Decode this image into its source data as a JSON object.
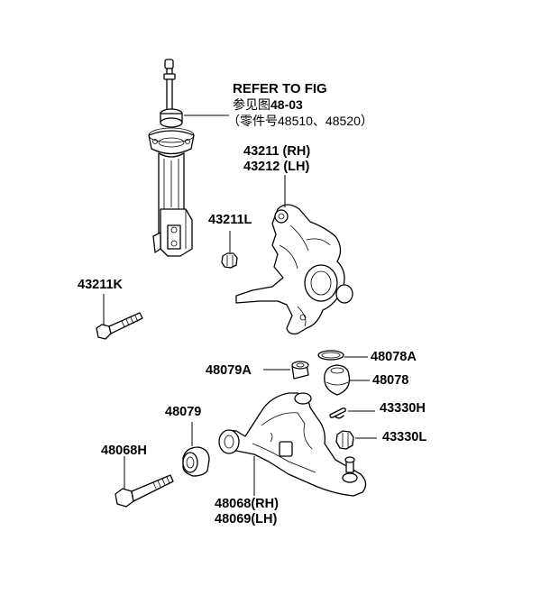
{
  "labels": {
    "refer_line1": "REFER TO FIG",
    "refer_line2_prefix": "参见图",
    "refer_line2_code": "48-03",
    "refer_line3": "（零件号48510、48520）",
    "knuckle_rh": "43211 (RH)",
    "knuckle_lh": "43212 (LH)",
    "nut_43211l": "43211L",
    "bolt_43211k": "43211K",
    "oring_48078a": "48078A",
    "bushing_48079a": "48079A",
    "balljoint_48078": "48078",
    "pin_43330h": "43330H",
    "nut_43330l": "43330L",
    "bushing_48079": "48079",
    "bolt_48068h": "48068H",
    "arm_rh": "48068(RH)",
    "arm_lh": "48069(LH)"
  }
}
